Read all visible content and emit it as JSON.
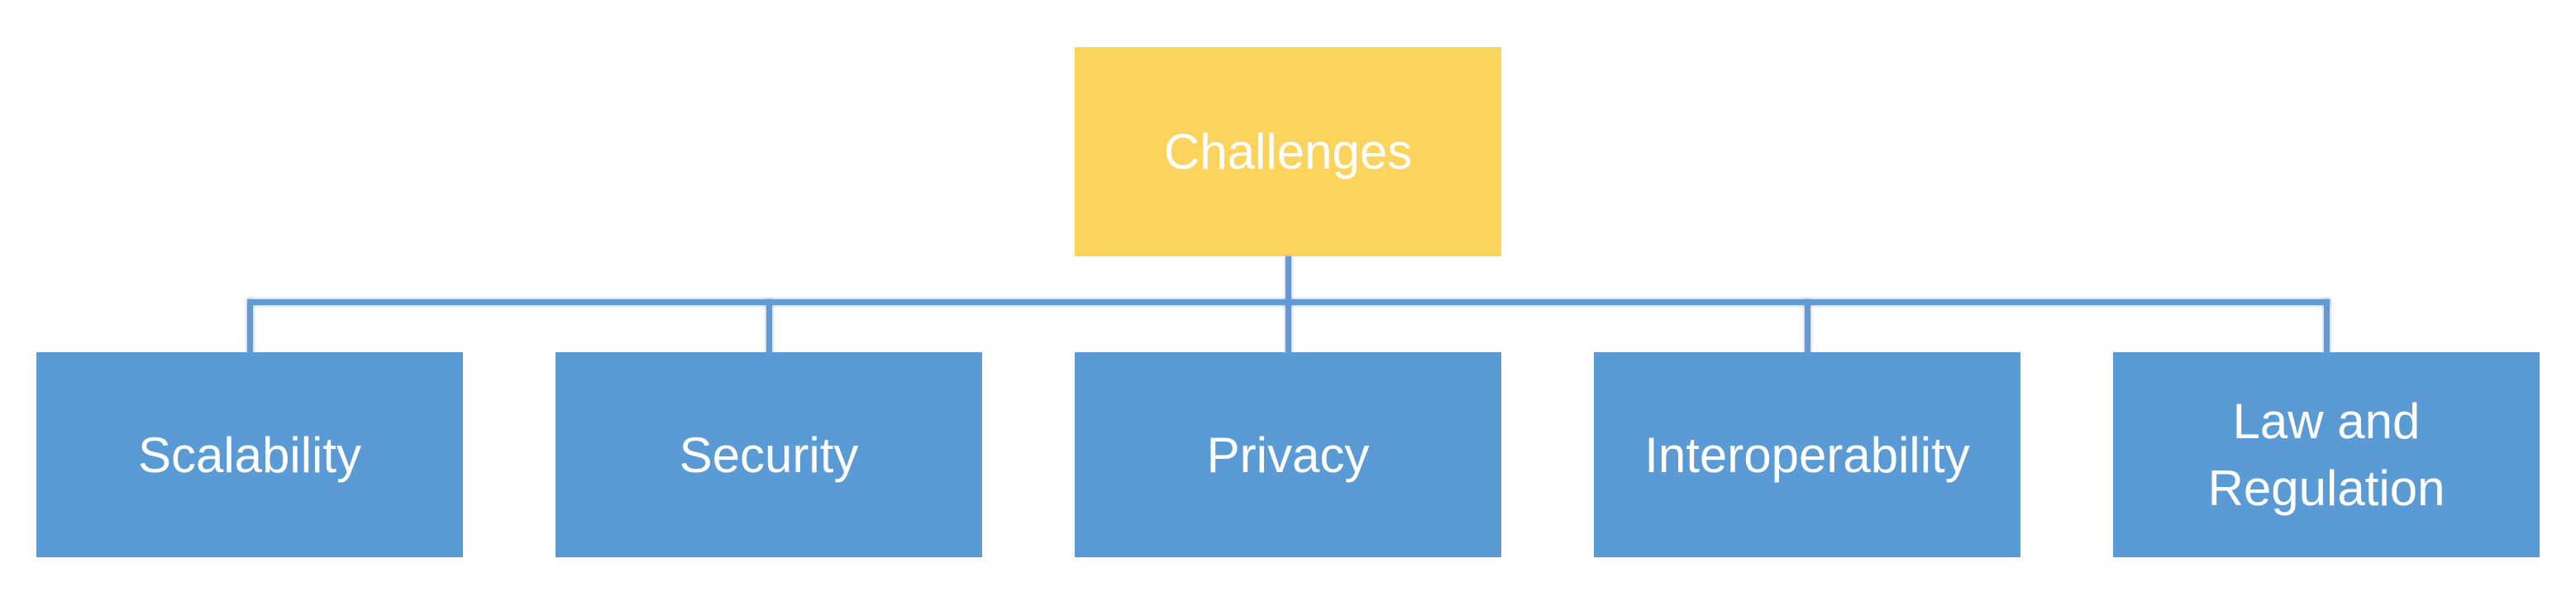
{
  "diagram": {
    "type": "hierarchy",
    "title": "Challenges hierarchy diagram",
    "root": {
      "label": "Challenges",
      "fill": "#fbd45e",
      "text_color": "#ffffff"
    },
    "children": [
      {
        "label": "Scalability"
      },
      {
        "label": "Security"
      },
      {
        "label": "Privacy"
      },
      {
        "label": "Interoperability"
      },
      {
        "label": "Law and Regulation"
      }
    ],
    "child_fill": "#5b9bd5",
    "child_text_color": "#ffffff",
    "connector_color": "#649ad4",
    "background_color": "#ffffff"
  }
}
